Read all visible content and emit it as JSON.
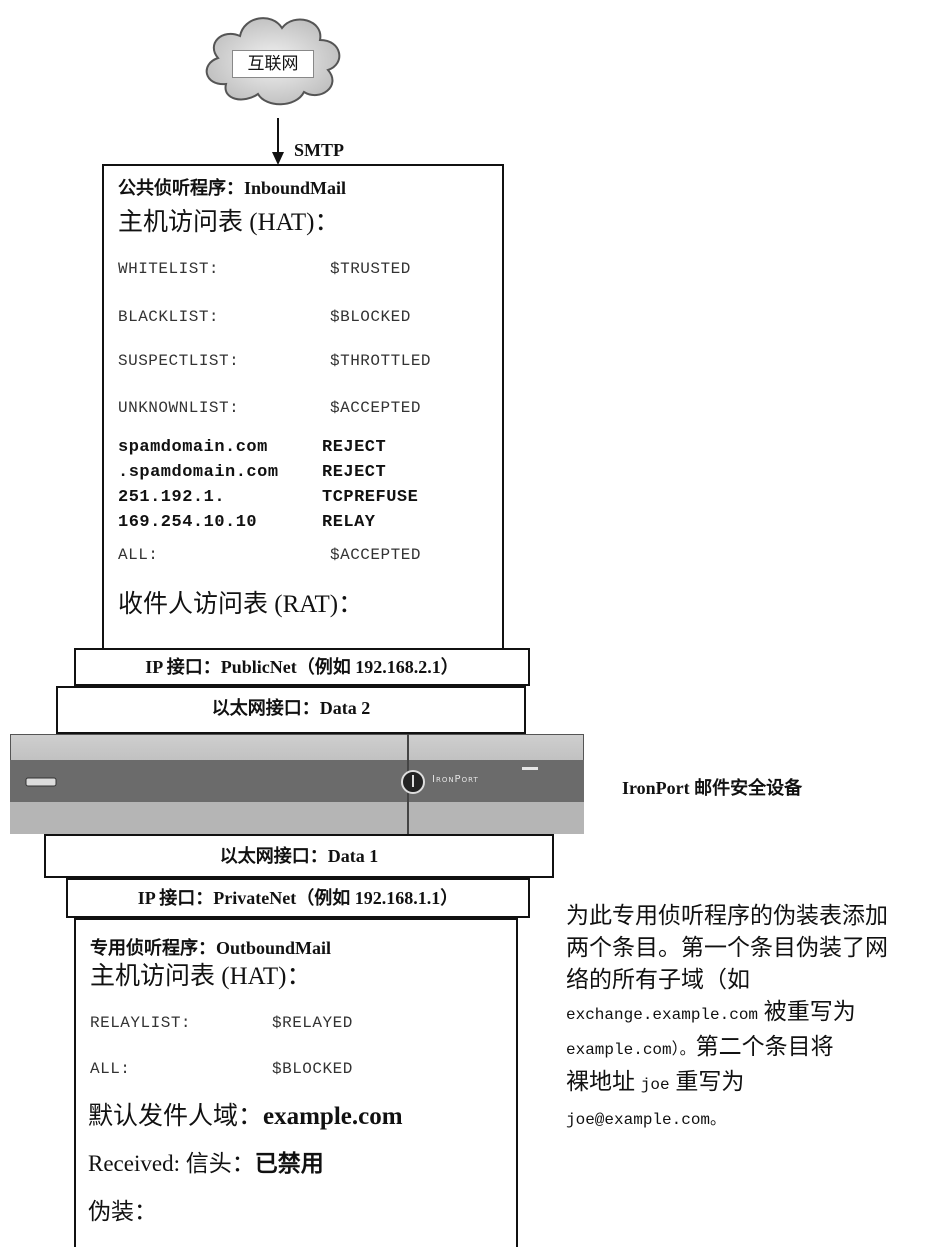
{
  "internet": {
    "label": "互联网"
  },
  "smtp_label": "SMTP",
  "inbound": {
    "title": "公共侦听程序：InboundMail",
    "hat_heading": "主机访问表 (HAT)：",
    "policy_rows": [
      {
        "sender": "WHITELIST:",
        "policy": "$TRUSTED"
      },
      {
        "sender": "BLACKLIST:",
        "policy": "$BLOCKED"
      },
      {
        "sender": "SUSPECTLIST:",
        "policy": "$THROTTLED"
      },
      {
        "sender": "UNKNOWNLIST:",
        "policy": "$ACCEPTED"
      }
    ],
    "custom_rows": [
      {
        "sender": "spamdomain.com",
        "policy": "REJECT"
      },
      {
        "sender": ".spamdomain.com",
        "policy": "REJECT"
      },
      {
        "sender": "251.192.1.",
        "policy": "TCPREFUSE"
      },
      {
        "sender": "169.254.10.10",
        "policy": "RELAY"
      }
    ],
    "all_row": {
      "sender": "ALL:",
      "policy": "$ACCEPTED"
    },
    "rat_heading": "收件人访问表 (RAT)："
  },
  "ip_public": "IP 接口：PublicNet（例如 192.168.2.1）",
  "eth2": "以太网接口：Data 2",
  "appliance": {
    "logo_text": "IronPort",
    "caption": "IronPort 邮件安全设备"
  },
  "eth1": "以太网接口：Data 1",
  "ip_private": "IP 接口：PrivateNet（例如 192.168.1.1）",
  "outbound": {
    "title": "专用侦听程序：OutboundMail",
    "hat_heading": "主机访问表 (HAT)：",
    "rows": [
      {
        "sender": "RELAYLIST:",
        "policy": "$RELAYED"
      },
      {
        "sender": "ALL:",
        "policy": "$BLOCKED"
      }
    ],
    "default_domain_label": "默认发件人域：",
    "default_domain_value": "example.com",
    "received_label": "Received: 信头：",
    "received_value": "已禁用",
    "masquerade_label": "伪装："
  },
  "note": {
    "line1": "为此专用侦听程序的伪装表添加",
    "line2": "两个条目。第一个条目伪装了网",
    "line3": "络的所有子域（如",
    "line4_code": "exchange.example.com",
    "line4_text": " 被重写为",
    "line5_code": "example.com）。",
    "line5_text": "第二个条目将",
    "line6_text": "裸地址 ",
    "line6_code": "joe",
    "line6_text2": " 重写为",
    "line7_code": "joe@example.com。"
  }
}
